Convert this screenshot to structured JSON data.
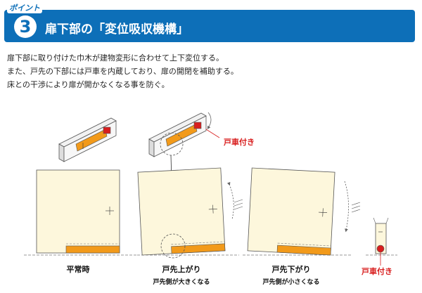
{
  "header": {
    "point_label": "ポイント",
    "number": "3",
    "title": "扉下部の「変位吸収機構」"
  },
  "description": [
    "扉下部に取り付けた巾木が建物変形に合わせて上下変位する。",
    "また、戸先の下部には戸車を内蔵しており、扉の開閉を補助する。",
    "床との干渉により扉が開かなくなる事を防ぐ。"
  ],
  "labels": {
    "roller_top": "戸車付き",
    "roller_side": "戸車付き",
    "normal": "平常時",
    "tip_up": "戸先上がり",
    "tip_up_sub": "戸先側が大きくなる",
    "tip_down": "戸先下がり",
    "tip_down_sub": "戸先側が小さくなる"
  },
  "colors": {
    "banner": "#0d6fb8",
    "door_fill": "#fdf7dc",
    "baseboard": "#f29a1a",
    "roller": "#d81e1e",
    "callout": "#d81e1e"
  }
}
